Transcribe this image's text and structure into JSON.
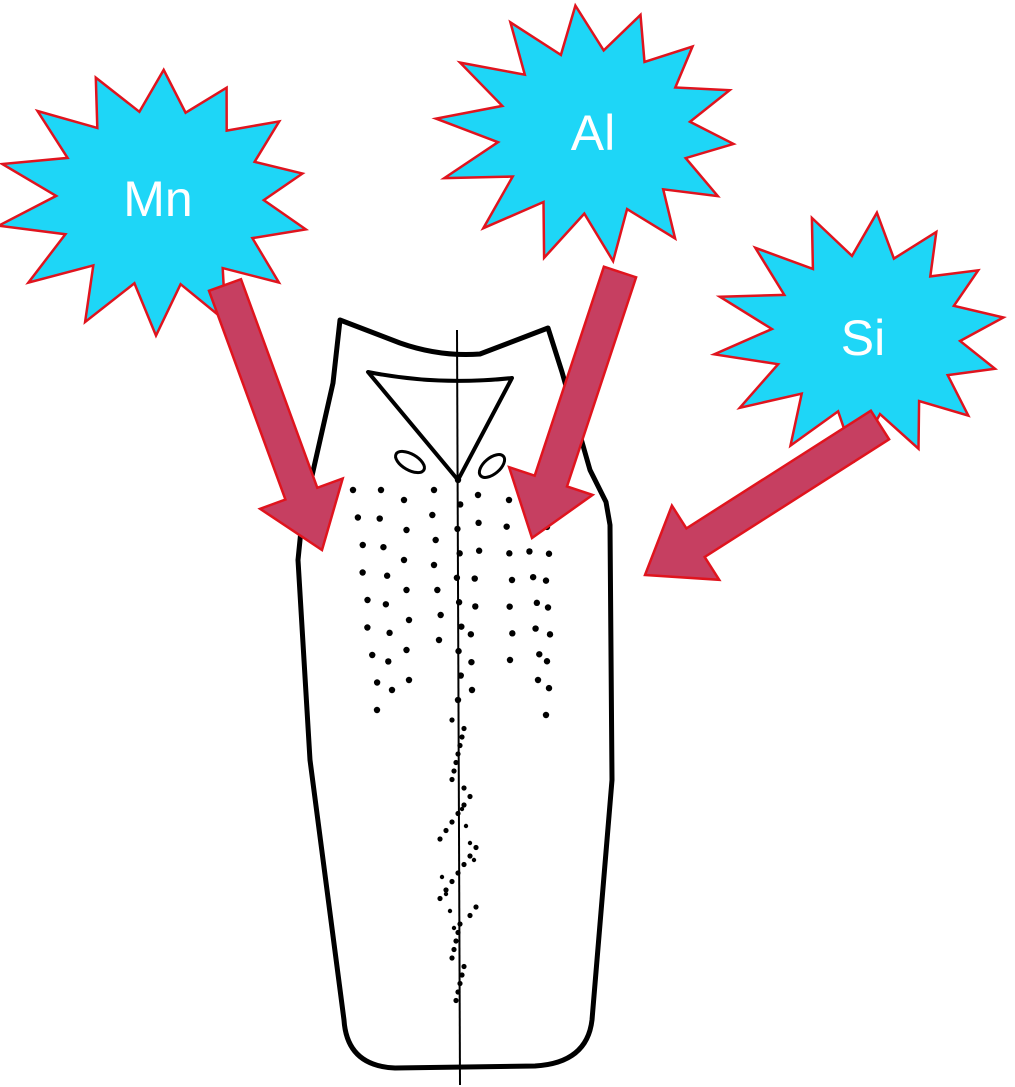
{
  "colors": {
    "burst_fill": "#1ED6F7",
    "burst_stroke": "#E0141E",
    "arrow_fill": "#C63F61",
    "ingot_line": "#000000",
    "label_text": "#FFFFFF"
  },
  "bursts": [
    {
      "id": "mn",
      "label": "Mn"
    },
    {
      "id": "al",
      "label": "Al"
    },
    {
      "id": "si",
      "label": "Si"
    }
  ]
}
